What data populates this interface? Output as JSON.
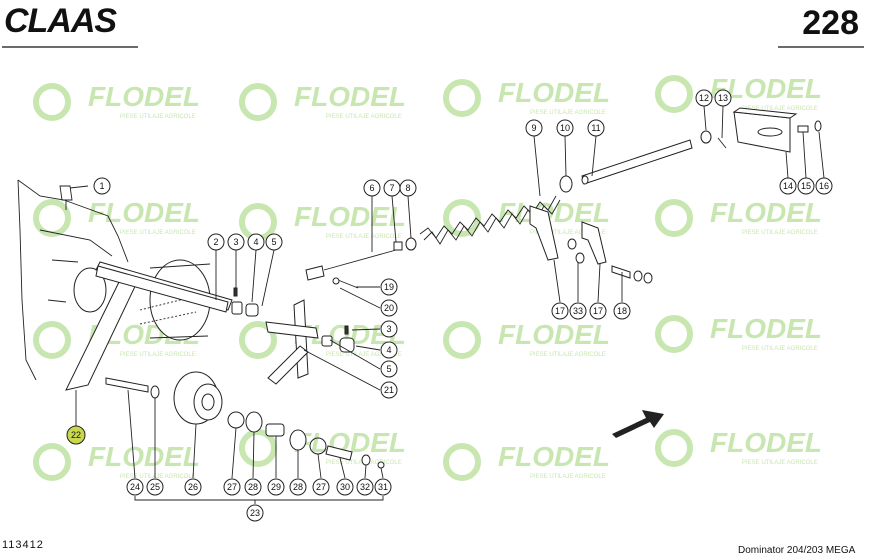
{
  "header": {
    "brand": "CLAAS",
    "page_number": "228"
  },
  "footer": {
    "document_id": "113412",
    "model": "Dominator 204/203 MEGA"
  },
  "watermark": {
    "name": "FLODEL",
    "tagline": "PIESE UTILAJE AGRICOLE",
    "color": "#c8e6b0"
  },
  "highlight_color": "#c9d84a",
  "callouts": {
    "c1": "1",
    "c2": "2",
    "c3": "3",
    "c4": "4",
    "c5": "5",
    "c6": "6",
    "c7": "7",
    "c8": "8",
    "c9": "9",
    "c10": "10",
    "c11": "11",
    "c12": "12",
    "c13": "13",
    "c14": "14",
    "c15": "15",
    "c16": "16",
    "c17a": "17",
    "c33": "33",
    "c17b": "17",
    "c18": "18",
    "c19": "19",
    "c20": "20",
    "c3b": "3",
    "c4b": "4",
    "c5b": "5",
    "c21": "21",
    "c22": "22",
    "c24": "24",
    "c25": "25",
    "c26": "26",
    "c27a": "27",
    "c28a": "28",
    "c29": "29",
    "c28b": "28",
    "c27b": "27",
    "c30": "30",
    "c32": "32",
    "c31": "31",
    "c23": "23"
  }
}
